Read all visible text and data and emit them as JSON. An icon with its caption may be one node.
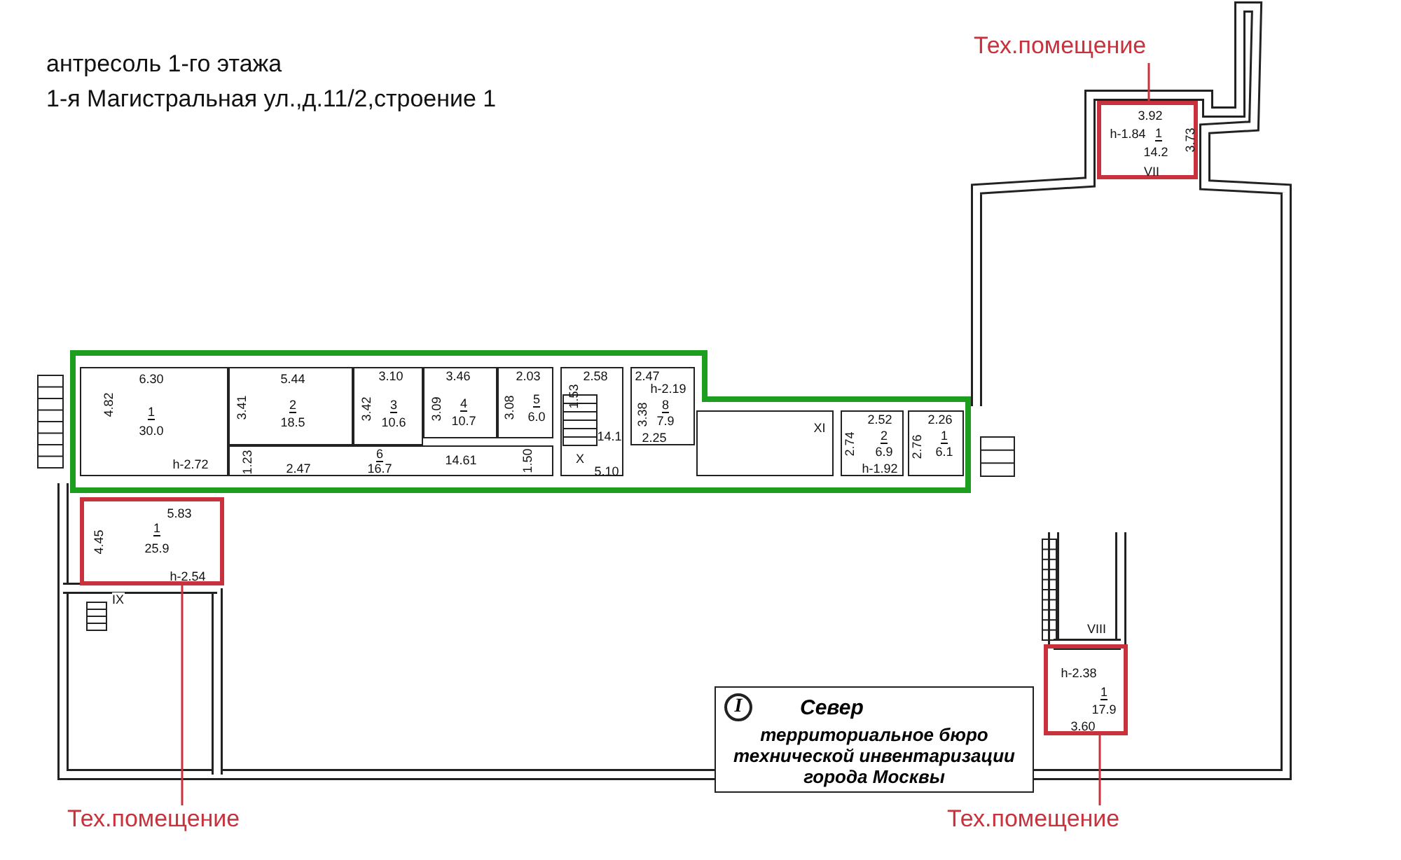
{
  "diagram": {
    "nodes": [
      {
        "text": [],
        "shape": "box"
      },
      {
        "text": [
          "6.30",
          "4.82",
          "1",
          "30.0",
          "h-2.72"
        ],
        "in": 0
      },
      {
        "text": [
          "5.44",
          "3.41",
          "2",
          "18.5"
        ],
        "in": 0
      },
      {
        "text": [
          "3.10",
          "3.42",
          "3",
          "10.6"
        ],
        "in": 0
      },
      {
        "text": [
          "3.46",
          "3.09",
          "4",
          "10.7"
        ],
        "in": 0
      },
      {
        "text": [
          "2.03",
          "3.08",
          "5",
          "6.0"
        ],
        "in": 0
      },
      {
        "text": [
          "1.23",
          "2.47",
          "6",
          "16.7",
          "14.61",
          "1.50"
        ],
        "in": 0
      },
      {
        "text": [
          "2.58",
          "1.53",
          "14.1",
          "X",
          "5.10"
        ],
        "in": 0
      },
      {
        "text": [
          "2.47",
          "h-2.19",
          "3.38",
          "8",
          "7.9",
          "2.25"
        ],
        "in": 0
      },
      {
        "text": [
          "XI"
        ],
        "in": 0
      },
      {
        "text": [
          "2.52",
          "2.74",
          "2",
          "6.9",
          "h-1.92"
        ],
        "in": 0
      },
      {
        "text": [
          "2.26",
          "2.76",
          "1",
          "6.1"
        ],
        "in": 0
      },
      {
        "text": [
          "5.83",
          "4.45",
          "1",
          "25.9",
          "h-2.54"
        ],
        "beside": [
          "IX"
        ]
      },
      {
        "text": [
          "3.92",
          "h-1.84",
          "1",
          "14.2",
          "3.73",
          "VII"
        ]
      },
      {
        "text": [
          "h-2.38",
          "1",
          "17.9",
          "3.60"
        ],
        "beside": [
          "VIII"
        ]
      },
      {
        "text": [
          "Тех.помещение"
        ]
      },
      {
        "text": [
          "Тех.помещение"
        ]
      },
      {
        "text": [
          "Тех.помещение"
        ]
      },
      {
        "text": [
          "I",
          "Север",
          "территориальное бюро технической инвентаризации города Москвы"
        ]
      }
    ],
    "edges": [
      {
        "from": 15,
        "to": 13,
        "arrow": "none"
      },
      {
        "from": 16,
        "to": 12,
        "arrow": "none"
      },
      {
        "from": 17,
        "to": 14,
        "arrow": "none"
      }
    ],
    "labels": [
      "антресоль 1-го этажа",
      "1-я Магистральная ул.,д.11/2,строение 1"
    ]
  }
}
